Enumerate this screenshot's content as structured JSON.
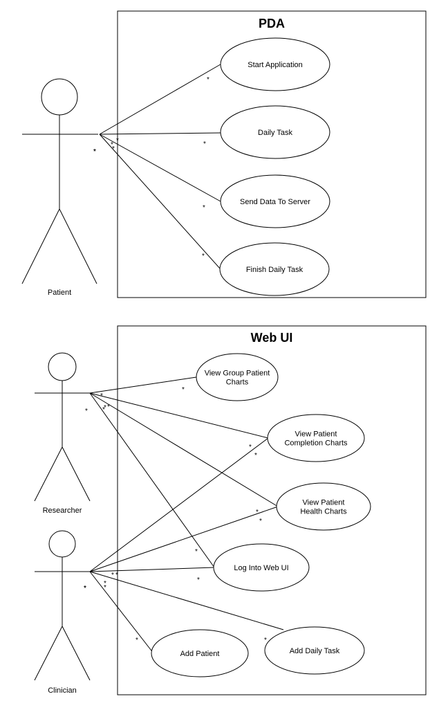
{
  "systems": [
    {
      "id": "pda",
      "title": "PDA"
    },
    {
      "id": "web",
      "title": "Web UI"
    }
  ],
  "actors": [
    {
      "id": "patient",
      "name": "Patient"
    },
    {
      "id": "researcher",
      "name": "Researcher"
    },
    {
      "id": "clinician",
      "name": "Clinician"
    }
  ],
  "use_cases": [
    {
      "id": "start",
      "lines": [
        "Start Application"
      ]
    },
    {
      "id": "daily",
      "lines": [
        "Daily Task"
      ]
    },
    {
      "id": "send",
      "lines": [
        "Send Data To Server"
      ]
    },
    {
      "id": "finish",
      "lines": [
        "Finish Daily Task"
      ]
    },
    {
      "id": "group",
      "lines": [
        "View Group Patient",
        "Charts"
      ]
    },
    {
      "id": "completion",
      "lines": [
        "View Patient",
        "Completion Charts"
      ]
    },
    {
      "id": "health",
      "lines": [
        "View Patient",
        "Health Charts"
      ]
    },
    {
      "id": "login",
      "lines": [
        "Log Into Web UI"
      ]
    },
    {
      "id": "addpatient",
      "lines": [
        "Add Patient"
      ]
    },
    {
      "id": "addtask",
      "lines": [
        "Add Daily Task"
      ]
    }
  ],
  "associations": [
    {
      "actor": "patient",
      "use_case": "start"
    },
    {
      "actor": "patient",
      "use_case": "daily"
    },
    {
      "actor": "patient",
      "use_case": "send"
    },
    {
      "actor": "patient",
      "use_case": "finish"
    },
    {
      "actor": "researcher",
      "use_case": "group"
    },
    {
      "actor": "researcher",
      "use_case": "completion"
    },
    {
      "actor": "researcher",
      "use_case": "health"
    },
    {
      "actor": "researcher",
      "use_case": "login"
    },
    {
      "actor": "clinician",
      "use_case": "completion"
    },
    {
      "actor": "clinician",
      "use_case": "health"
    },
    {
      "actor": "clinician",
      "use_case": "login"
    },
    {
      "actor": "clinician",
      "use_case": "addpatient"
    },
    {
      "actor": "clinician",
      "use_case": "addtask"
    }
  ],
  "multiplicity": "*"
}
